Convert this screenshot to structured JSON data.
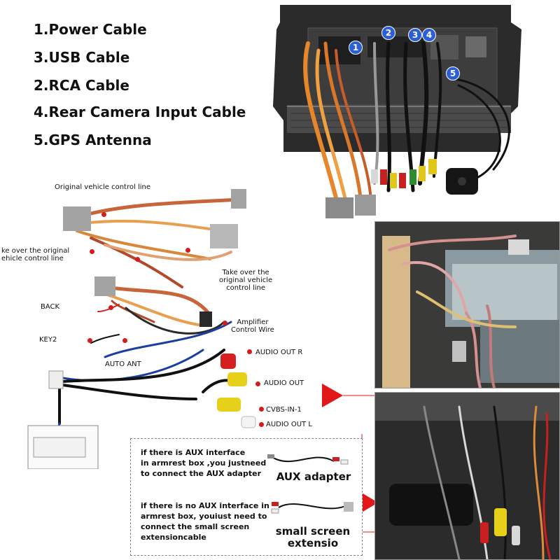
{
  "legend": [
    "1.Power Cable",
    "3.USB Cable",
    "2.RCA Cable",
    "4.Rear Camera Input Cable",
    "5.GPS Antenna"
  ],
  "badges": [
    "1",
    "2",
    "3",
    "4",
    "5"
  ],
  "harness_labels": {
    "original_line": "Original vehicle control line",
    "take_over_left": "ke over the original\nehicle control line",
    "take_over_right": "Take over the\noriginal vehicle\ncontrol line",
    "back": "BACK",
    "key2": "KEY2",
    "auto_ant": "AUTO ANT",
    "amplifier": "Amplifier\nControl Wire",
    "audio_out_r": "AUDIO OUT R",
    "audio_out": "AUDIO OUT",
    "cvbs": "CVBS-IN-1",
    "audio_out_l": "AUDIO OUT L"
  },
  "infobox": {
    "aux_text": "if there is AUX interface\nin armrest box ,you justneed\nto connect the AUX adapter",
    "aux_title": "AUX adapter",
    "small_text": "if there is no AUX interface in\narmrest box, youiust need to\nconnect the small screen\nextensioncable",
    "small_title": "small screen\nextensio"
  },
  "colors": {
    "accent_red": "#d61b1b",
    "badge_blue": "#2a5fd6"
  }
}
